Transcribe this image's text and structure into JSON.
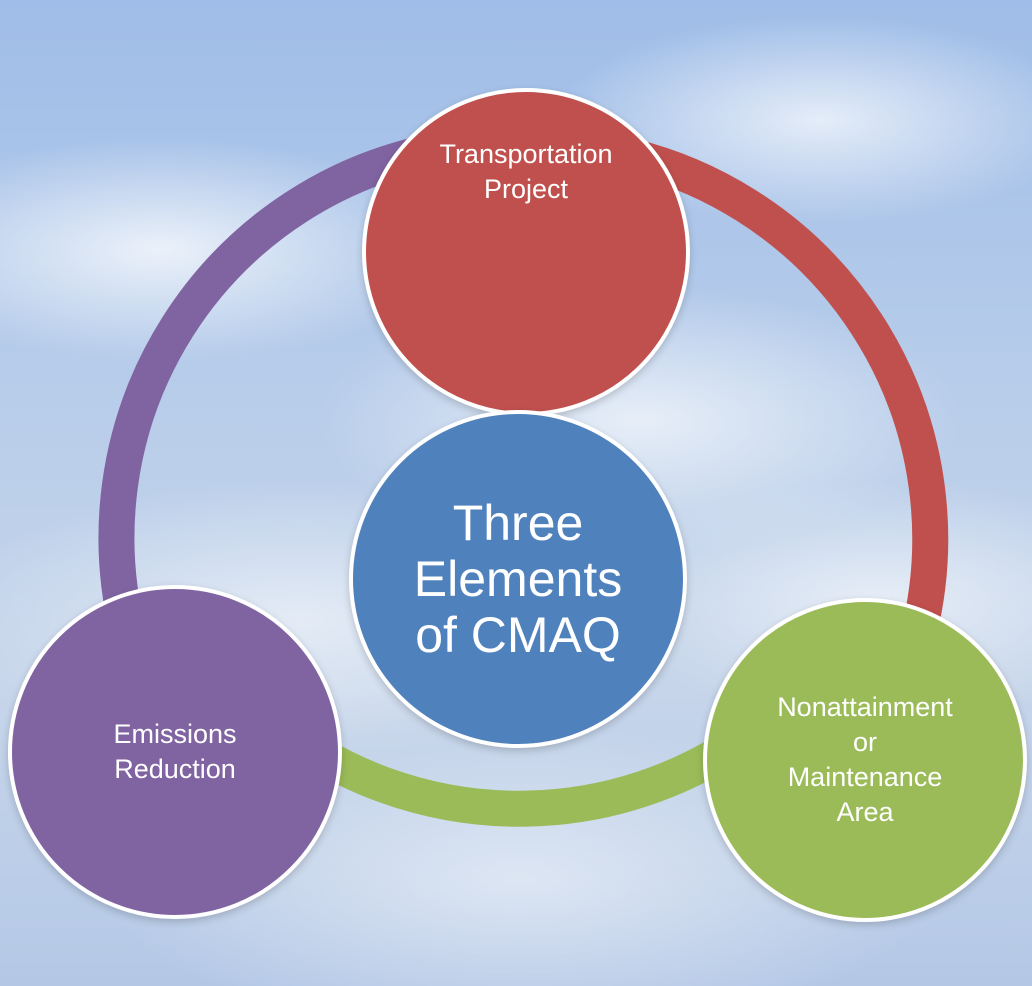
{
  "diagram": {
    "center": {
      "label": "Three\nElements\nof CMAQ",
      "color": "#4f81bd"
    },
    "nodes": [
      {
        "label": "Transportation\nProject",
        "color": "#c0504d"
      },
      {
        "label": "Nonattainment\nor\nMaintenance\nArea",
        "color": "#9bbb59"
      },
      {
        "label": "Emissions\nReduction",
        "color": "#8064a2"
      }
    ],
    "ring_colors": {
      "top_to_right": "#c0504d",
      "right_to_left": "#9bbb59",
      "left_to_top": "#8064a2"
    }
  }
}
